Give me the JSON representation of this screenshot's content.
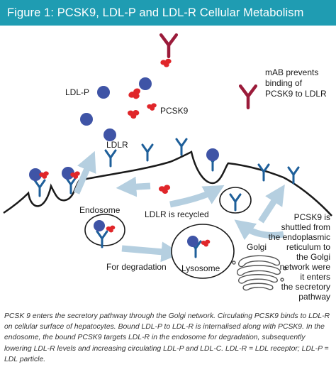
{
  "figure": {
    "title": "Figure 1: PCSK9, LDL-P and LDL-R Cellular Metabolism",
    "caption": "PCSK 9 enters the secretory pathway through the Golgi network. Circulating PCSK9 binds to LDL-R on cellular surface of hepatocytes. Bound LDL-P to LDL-R is internalised along with PCSK9. In the endosome, the bound PCSK9 targets LDL-R in the endosome for degradation, subsequently lowering LDL-R levels and increasing circulating LDL-P and LDL-C. LDL-R = LDL receptor; LDL-P = LDL particle."
  },
  "labels": {
    "ldlp": "LDL-P",
    "pcsk9": "PCSK9",
    "ldlr": "LDLR",
    "mab_line1": "mAB prevents",
    "mab_line2": "binding of",
    "mab_line3": "PCSK9 to LDLR",
    "endosome": "Endosome",
    "recycled": "LDLR is recycled",
    "degradation": "For degradation",
    "lysosome": "Lysosome",
    "golgi": "Golgi",
    "shuttle_1": "PCSK9 is",
    "shuttle_2": "shuttled from",
    "shuttle_3": "the endoplasmic",
    "shuttle_4": "reticulum to",
    "shuttle_5": "the Golgi",
    "shuttle_6": "network were",
    "shuttle_7": "it enters",
    "shuttle_8": "the secretory",
    "shuttle_9": "pathway"
  },
  "colors": {
    "title_bar": "#1f9cb2",
    "ldl_particle": "#3f54a6",
    "pcsk9": "#e0262a",
    "receptor": "#1e5f9a",
    "antibody": "#9b1b3a",
    "arrow": "#b5cfe0",
    "membrane": "#1a1a1a"
  }
}
